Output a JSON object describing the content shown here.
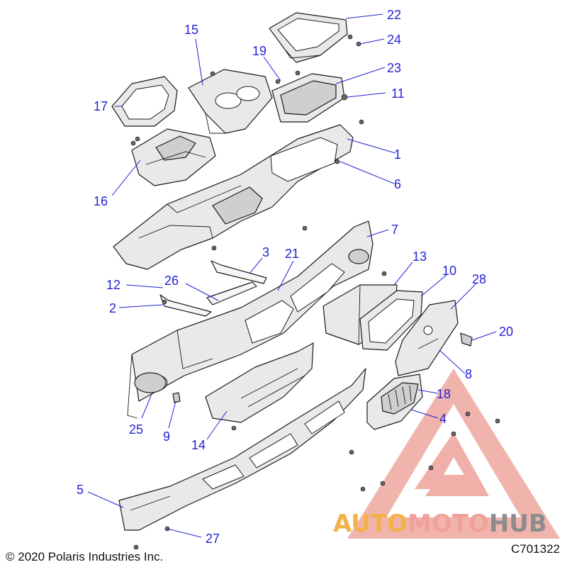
{
  "diagram": {
    "callouts": [
      {
        "id": "1",
        "label": "1"
      },
      {
        "id": "2",
        "label": "2"
      },
      {
        "id": "3",
        "label": "3"
      },
      {
        "id": "4",
        "label": "4"
      },
      {
        "id": "5",
        "label": "5"
      },
      {
        "id": "6",
        "label": "6"
      },
      {
        "id": "7",
        "label": "7"
      },
      {
        "id": "8",
        "label": "8"
      },
      {
        "id": "9",
        "label": "9"
      },
      {
        "id": "10",
        "label": "10"
      },
      {
        "id": "11",
        "label": "11"
      },
      {
        "id": "12",
        "label": "12"
      },
      {
        "id": "13",
        "label": "13"
      },
      {
        "id": "14",
        "label": "14"
      },
      {
        "id": "15",
        "label": "15"
      },
      {
        "id": "16",
        "label": "16"
      },
      {
        "id": "17",
        "label": "17"
      },
      {
        "id": "18",
        "label": "18"
      },
      {
        "id": "19",
        "label": "19"
      },
      {
        "id": "20",
        "label": "20"
      },
      {
        "id": "21",
        "label": "21"
      },
      {
        "id": "22",
        "label": "22"
      },
      {
        "id": "23",
        "label": "23"
      },
      {
        "id": "24",
        "label": "24"
      },
      {
        "id": "25",
        "label": "25"
      },
      {
        "id": "26",
        "label": "26"
      },
      {
        "id": "27",
        "label": "27"
      },
      {
        "id": "28",
        "label": "28"
      }
    ],
    "callout_color": "#2323d6"
  },
  "footer": {
    "copyright": "© 2020 Polaris Industries Inc.",
    "drawing_number": "C701322"
  },
  "watermark": {
    "part1": "AUTO",
    "part2": "MOTO",
    "part3": "HUB",
    "color_auto": "#f2b24a",
    "color_moto": "#f0a29a",
    "color_hub": "#8c8c8c",
    "triangle_color": "#e8897f"
  }
}
